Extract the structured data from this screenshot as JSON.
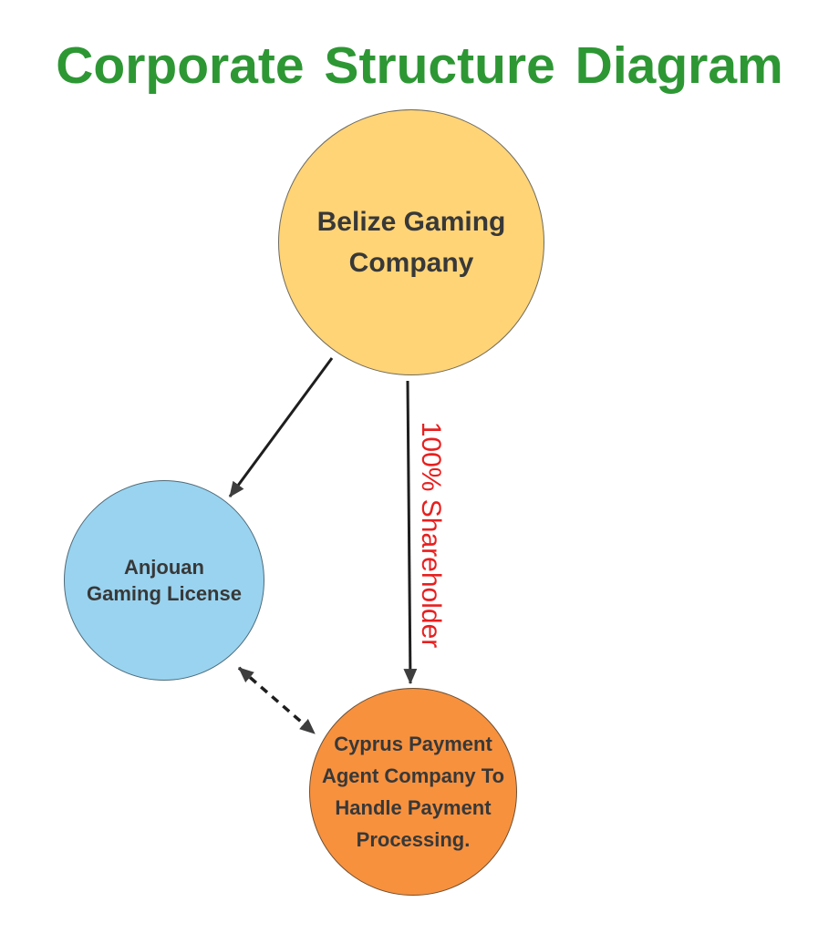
{
  "title": {
    "text": "Corporate Structure Diagram",
    "color": "#2d9734"
  },
  "diagram": {
    "type": "corporate-structure",
    "nodes": [
      {
        "id": "belize-gaming-company",
        "shape": "circle",
        "lines": [
          "Belize Gaming",
          "Company"
        ],
        "fill": "#ffd477",
        "text_color": "#383838"
      },
      {
        "id": "anjouan-gaming-license",
        "shape": "circle",
        "lines": [
          "Anjouan",
          "Gaming License"
        ],
        "fill": "#99d3ef",
        "text_color": "#383838"
      },
      {
        "id": "cyprus-payment-agent",
        "shape": "circle",
        "lines": [
          "Cyprus Payment",
          "Agent Company To",
          "Handle Payment",
          "Processing."
        ],
        "fill": "#f7913e",
        "text_color": "#383838"
      }
    ],
    "edges": [
      {
        "from": "belize-gaming-company",
        "to": "anjouan-gaming-license",
        "style": "solid",
        "arrow": "single",
        "label": ""
      },
      {
        "from": "belize-gaming-company",
        "to": "cyprus-payment-agent",
        "style": "solid",
        "arrow": "single",
        "label": "100% Shareholder",
        "label_color": "#e81f1f"
      },
      {
        "from": "anjouan-gaming-license",
        "to": "cyprus-payment-agent",
        "style": "dashed",
        "arrow": "double",
        "label": ""
      }
    ],
    "stroke_color": "#1e1e1e",
    "arrowhead_color": "#3e3e3e",
    "background": "#ffffff"
  }
}
